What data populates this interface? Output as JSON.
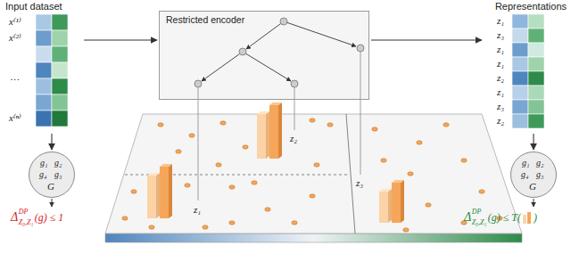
{
  "diagram": {
    "nodes": [
      {
        "text": [
          "Input dataset"
        ]
      },
      {
        "text": [
          "Restricted encoder"
        ]
      },
      {
        "text": [
          "Representations"
        ]
      },
      {
        "text": [
          "g₁",
          "g₂",
          "g₄",
          "g₃",
          "G"
        ]
      },
      {
        "text": [
          "g₁",
          "g₂",
          "g₄",
          "g₃",
          "G"
        ]
      }
    ],
    "edges": [
      {
        "from": 0,
        "to": 1,
        "arrow": "to"
      },
      {
        "from": 1,
        "to": 2,
        "arrow": "to"
      },
      {
        "from": 0,
        "to": 3,
        "arrow": "to"
      },
      {
        "from": 2,
        "to": 4,
        "arrow": "to"
      }
    ],
    "labels": [
      "x⁽¹⁾",
      "x⁽²⁾",
      "…",
      "x⁽ⁿ⁾",
      "z₁",
      "z₃",
      "z₁",
      "z₁",
      "z₂",
      "z₁",
      "z₃",
      "z₂",
      "z₁",
      "z₂",
      "z₃",
      "Δ",
      "DP",
      "Z₀,Z₁",
      "(g) ≤ 1",
      "Δ",
      "DP",
      "Z₀,Z₁",
      "(g) ≤ T(",
      ")"
    ]
  }
}
